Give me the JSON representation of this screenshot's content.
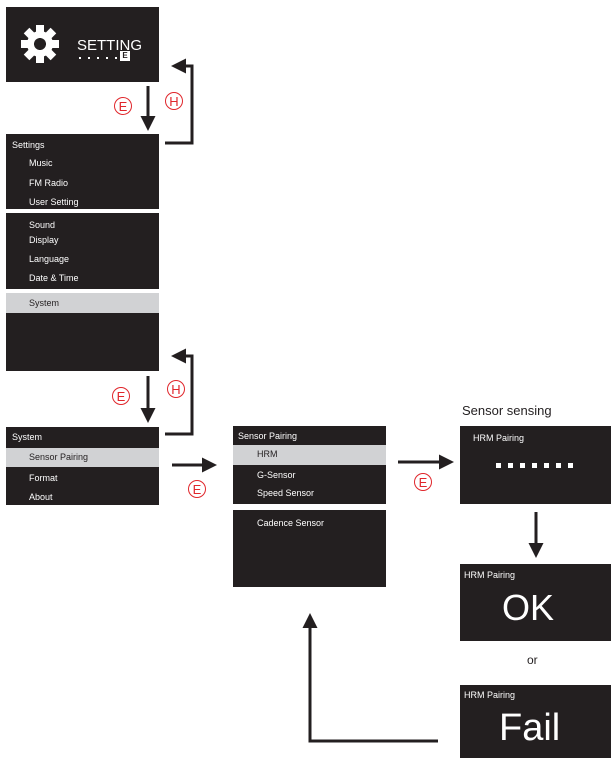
{
  "setting_screen": {
    "label": "SETTING",
    "badge": "E"
  },
  "keys": {
    "enter": "E",
    "home": "H"
  },
  "settings_menu": {
    "title": "Settings",
    "items": [
      "Music",
      "FM Radio",
      "User Setting",
      "Sound",
      "Display",
      "Language",
      "Date & Time",
      "System"
    ],
    "selected": "System"
  },
  "system_menu": {
    "title": "System",
    "items": [
      "Sensor Pairing",
      "Format",
      "About"
    ],
    "selected": "Sensor Pairing"
  },
  "sensor_menu": {
    "title": "Sensor Pairing",
    "items": [
      "HRM",
      "G-Sensor",
      "Speed Sensor",
      "Cadence Sensor"
    ],
    "selected": "HRM"
  },
  "sensing": {
    "caption": "Sensor sensing",
    "title": "HRM Pairing"
  },
  "result_ok": {
    "title": "HRM Pairing",
    "text": "OK"
  },
  "or_text": "or",
  "result_fail": {
    "title": "HRM Pairing",
    "text": "Fail"
  },
  "colors": {
    "screen": "#231f20",
    "highlight": "#d1d2d4",
    "key": "#e0262b",
    "arrow": "#231f20"
  }
}
